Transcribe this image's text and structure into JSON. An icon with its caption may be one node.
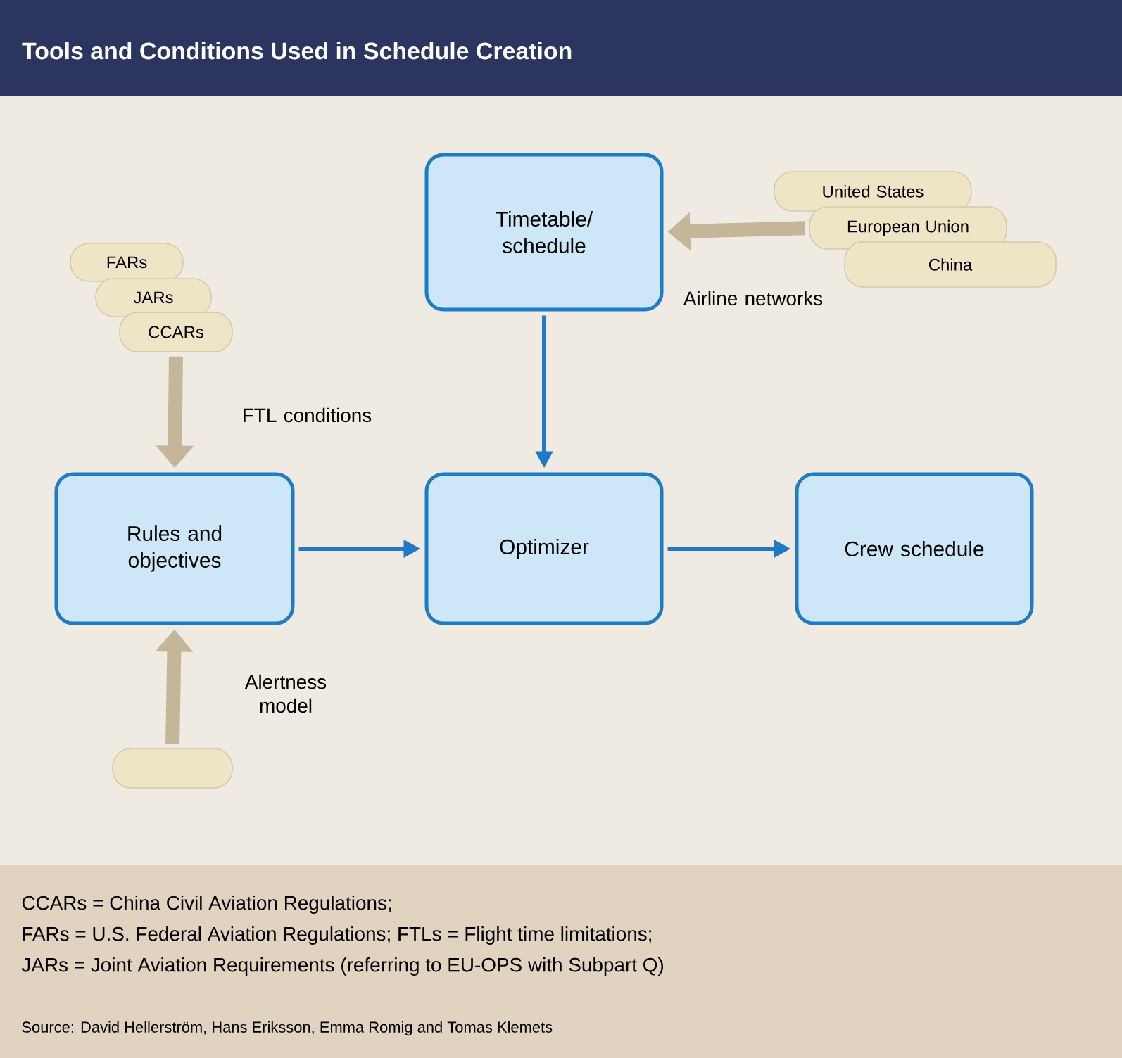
{
  "diagram": {
    "title": "Tools and Conditions Used in Schedule Creation",
    "nodes": [
      {
        "text": [
          "Timetable/ schedule"
        ]
      },
      {
        "text": [
          "United States"
        ]
      },
      {
        "text": [
          "European Union"
        ]
      },
      {
        "text": [
          "China"
        ]
      },
      {
        "text": [
          "FARs"
        ]
      },
      {
        "text": [
          "JARs"
        ]
      },
      {
        "text": [
          "CCARs"
        ]
      },
      {
        "text": [
          "Rules and objectives"
        ]
      },
      {
        "text": [
          "Optimizer"
        ]
      },
      {
        "text": [
          "Crew schedule"
        ]
      },
      {
        "text": [],
        "shape": "box"
      }
    ],
    "edges": [
      {
        "from": 2,
        "to": 0,
        "arrow": "to",
        "label": "Airline networks",
        "style": "thick",
        "color": "#c4b699"
      },
      {
        "from": 6,
        "to": 7,
        "arrow": "to",
        "label": "FTL conditions",
        "style": "thick",
        "color": "#c4b699"
      },
      {
        "from": 10,
        "to": 7,
        "arrow": "to",
        "label": "Alertness model",
        "style": "thick",
        "color": "#c4b699"
      },
      {
        "from": 0,
        "to": 8,
        "arrow": "to",
        "color": "#1f79c4"
      },
      {
        "from": 7,
        "to": 8,
        "arrow": "to",
        "color": "#1f79c4"
      },
      {
        "from": 8,
        "to": 9,
        "arrow": "to",
        "color": "#1f79c4"
      }
    ],
    "labels": [
      "CCARs = China Civil Aviation Regulations;",
      "FARs = U.S. Federal Aviation Regulations; FTLs = Flight time limitations;",
      "JARs = Joint Aviation Requirements (referring to EU-OPS with Subpart Q)",
      "Source: David Hellerström, Hans Eriksson, Emma Romig and Tomas Klemets"
    ]
  }
}
